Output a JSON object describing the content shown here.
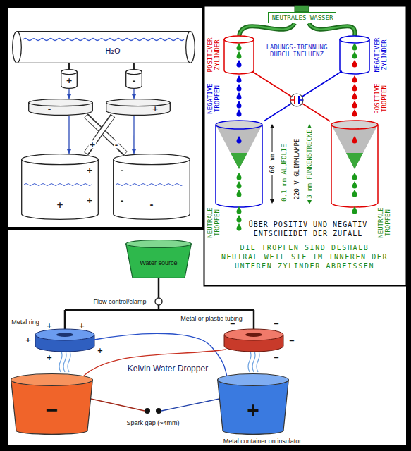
{
  "diagram": {
    "nodes": [
      {
        "text": [
          "H₂O"
        ]
      },
      {
        "text": [
          "+"
        ]
      },
      {
        "text": [
          "-"
        ]
      },
      {
        "text": [
          "-"
        ]
      },
      {
        "text": [
          "+"
        ]
      },
      {
        "text": [
          "+"
        ]
      },
      {
        "text": [
          "-"
        ]
      },
      {
        "text": [
          "NEUTRALES WASSER"
        ]
      },
      {
        "text": [
          "Water source"
        ]
      },
      {
        "text": [
          "−"
        ]
      },
      {
        "text": [
          "+"
        ]
      }
    ],
    "edges": [
      {
        "from": 0,
        "to": 1,
        "arrow": "none"
      },
      {
        "from": 0,
        "to": 2,
        "arrow": "none"
      },
      {
        "from": 1,
        "to": 3,
        "arrow": "to"
      },
      {
        "from": 2,
        "to": 4,
        "arrow": "to"
      },
      {
        "from": 3,
        "to": 5,
        "arrow": "to"
      },
      {
        "from": 4,
        "to": 6,
        "arrow": "to"
      },
      {
        "from": 3,
        "to": 6,
        "arrow": "none"
      },
      {
        "from": 4,
        "to": 5,
        "arrow": "none"
      }
    ],
    "labels": [
      "+",
      "-",
      "+",
      "+",
      "-",
      "-",
      "POSITIVER ZYLINDER",
      "LADUNGS-TRENNUNG DURCH INFLUENZ",
      "NEGATIVER ZYLINDER",
      "NEGATIVE TROPFEN",
      "POSITIVE TROPFEN",
      "60 mm",
      "0.1 mm ALUFOLIE",
      "220 V GLIMMLAMPE",
      "3 mm FUNKENSTRECKE",
      "NEUTRALE TROPFEN",
      "NEUTRALE TROPFEN",
      "ÜBER POSITIV UND NEGATIV ENTSCHEIDET DER ZUFALL",
      "DIE TROPFEN SIND DESHALB NEUTRAL WEIL SIE IM INNEREN DER UNTEREN ZYLINDER ABREISSEN",
      "Flow control/clamp",
      "Metal or plastic tubing",
      "Metal ring",
      "+",
      "+",
      "+",
      "+",
      "+",
      "−",
      "−",
      "−",
      "−",
      "Kelvin Water Dropper",
      "Spark gap (~4mm)",
      "Metal container on insulator"
    ]
  }
}
